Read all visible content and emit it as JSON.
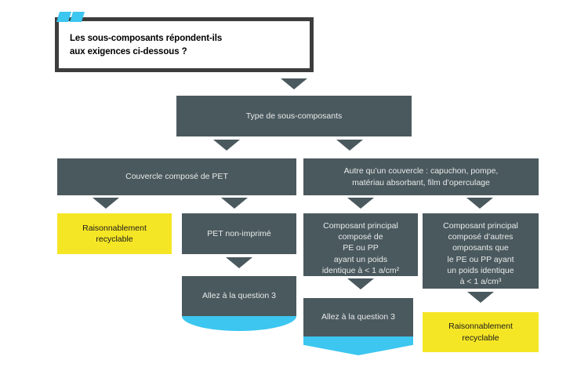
{
  "question": {
    "text": "Les sous-composants répondent-ils\naux exigences ci-dessous ?",
    "corner_icon": "double-chevron-icon",
    "border_color": "#3d3d3d",
    "icon_color": "#3cc6f0"
  },
  "colors": {
    "process": "#4a595e",
    "process_text": "#e8eaea",
    "result": "#f5e625",
    "result_text": "#1a1a1a",
    "accent": "#3cc6f0",
    "background": "#ffffff"
  },
  "nodes": {
    "type_sous_composants": "Type de sous-composants",
    "couvercle_pet": "Couvercle composé de PET",
    "autre_couvercle": "Autre qu’un couvercle : capuchon, pompe,\nmatériau absorbant, film d’operculage",
    "raisonnablement_recyclable_left": "Raisonnablement\nrecyclable",
    "pet_non_imprime": "PET non-imprimé",
    "composant_pe_pp": "Composant principal\ncomposé de\nPE ou PP\nayant un poids\nidentique à < 1 a/cm²",
    "composant_autres": "Composant principal\ncomposé d’autres\nomposants que\nle PE ou PP ayant\nun poids identique\nà < 1 a/cm³",
    "allez_question_3_left": "Allez à la question 3",
    "allez_question_3_middle": "Allez à la question 3",
    "raisonnablement_recyclable_right": "Raisonnablement\nrecyclable"
  },
  "chart_data": {
    "type": "diagram",
    "title": "Les sous-composants répondent-ils aux exigences ci-dessous ?",
    "diagram_kind": "decision-flowchart",
    "levels": [
      {
        "level": 0,
        "nodes": [
          {
            "id": "q",
            "label": "Les sous-composants répondent-ils aux exigences ci-dessous ?",
            "shape": "outlined-card",
            "fill": "#ffffff"
          }
        ]
      },
      {
        "level": 1,
        "nodes": [
          {
            "id": "type",
            "label": "Type de sous-composants",
            "shape": "rect",
            "fill": "#4a595e"
          }
        ]
      },
      {
        "level": 2,
        "nodes": [
          {
            "id": "couvercle",
            "label": "Couvercle composé de PET",
            "shape": "rect",
            "fill": "#4a595e"
          },
          {
            "id": "autre",
            "label": "Autre qu’un couvercle : capuchon, pompe, matériau absorbant, film d’operculage",
            "shape": "rect",
            "fill": "#4a595e"
          }
        ]
      },
      {
        "level": 3,
        "nodes": [
          {
            "id": "rr1",
            "label": "Raisonnablement recyclable",
            "shape": "rect",
            "fill": "#f5e625"
          },
          {
            "id": "petni",
            "label": "PET non-imprimé",
            "shape": "rect",
            "fill": "#4a595e"
          },
          {
            "id": "pepp",
            "label": "Composant principal composé de PE ou PP ayant un poids identique à < 1 a/cm²",
            "shape": "rect",
            "fill": "#4a595e"
          },
          {
            "id": "autrescomp",
            "label": "Composant principal composé d’autres omposants que le PE ou PP ayant un poids identique à < 1 a/cm³",
            "shape": "rect",
            "fill": "#4a595e"
          }
        ]
      },
      {
        "level": 4,
        "nodes": [
          {
            "id": "goto3a",
            "label": "Allez à la question 3",
            "shape": "rect-with-cyan-rounded-band",
            "fill": "#4a595e"
          },
          {
            "id": "goto3b",
            "label": "Allez à la question 3",
            "shape": "rect-with-cyan-pointed-band",
            "fill": "#4a595e"
          },
          {
            "id": "rr2",
            "label": "Raisonnablement recyclable",
            "shape": "rect",
            "fill": "#f5e625"
          }
        ]
      }
    ],
    "edges": [
      {
        "from": "q",
        "to": "type",
        "marker": "triangle-down"
      },
      {
        "from": "type",
        "to": "couvercle",
        "marker": "triangle-down"
      },
      {
        "from": "type",
        "to": "autre",
        "marker": "triangle-down"
      },
      {
        "from": "couvercle",
        "to": "rr1",
        "marker": "triangle-down"
      },
      {
        "from": "couvercle",
        "to": "petni",
        "marker": "triangle-down"
      },
      {
        "from": "autre",
        "to": "pepp",
        "marker": "triangle-down"
      },
      {
        "from": "autre",
        "to": "autrescomp",
        "marker": "triangle-down"
      },
      {
        "from": "petni",
        "to": "goto3a",
        "marker": "triangle-down"
      },
      {
        "from": "pepp",
        "to": "goto3b",
        "marker": "triangle-down"
      },
      {
        "from": "autrescomp",
        "to": "rr2",
        "marker": "triangle-down"
      }
    ]
  }
}
